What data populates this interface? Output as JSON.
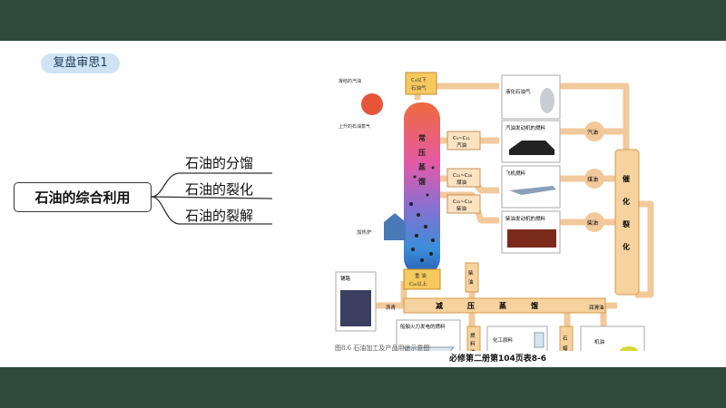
{
  "tag": "复盘审思1",
  "mindmap": {
    "root": "石油的综合利用",
    "branches": [
      "石油的分馏",
      "石油的裂化",
      "石油的裂解"
    ]
  },
  "diagram": {
    "tower_label": "常压蒸馏",
    "vacuum_label": "减压蒸馏",
    "catalytic_label": "催化裂化",
    "top_gas": "C₄以下\n石油气",
    "heavy_oil": "重油\nC₂₀以上",
    "c5c11": "C₅~C₁₁\n汽油",
    "c11c16": "C₁₁~C₁₆\n煤油",
    "c15c18": "C₁₅~C₁₈\n柴油",
    "condensed_gas": "凝结的汽油",
    "rising_vapor": "上升的石油蒸气",
    "furnace": "加热炉",
    "lpg": "液化石油气",
    "car_fuel": "汽油发动机的燃料",
    "plane_fuel": "飞机燃料",
    "diesel_fuel": "柴油发动机的燃料",
    "gasoline": "汽油",
    "kerosene": "煤油",
    "diesel": "柴油",
    "diesel_v": "柴油",
    "paving": "铺路",
    "asphalt": "沥青",
    "lube": "润滑油",
    "fuel_oil": "燃料油",
    "ship_fuel": "船舶火力发电的燃料",
    "chem_material": "化工原料",
    "paraffin": "石蜡",
    "engine_oil": "机油",
    "caption": "图8.6    石油加工及产品用途示意图"
  },
  "reference": "必修第二册第104页表8-6"
}
